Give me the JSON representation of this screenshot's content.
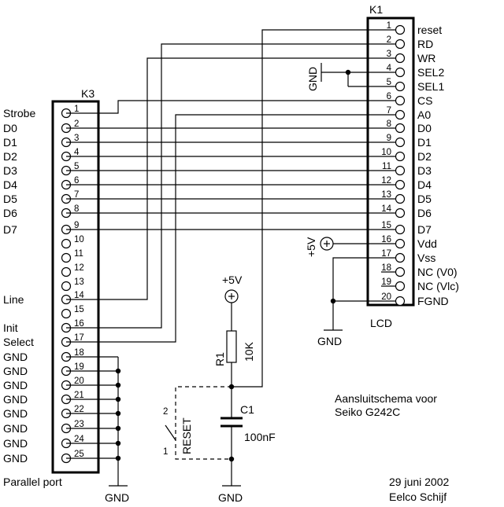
{
  "k3": {
    "ref": "K3",
    "caption": "Parallel port",
    "signal_labels": [
      "Strobe",
      "D0",
      "D1",
      "D2",
      "D3",
      "D4",
      "D5",
      "D6",
      "D7",
      "",
      "",
      "",
      "",
      "Line",
      "",
      "Init",
      "Select",
      "GND",
      "GND",
      "GND",
      "GND",
      "GND",
      "GND",
      "GND",
      "GND"
    ],
    "pin_numbers": [
      "1",
      "2",
      "3",
      "4",
      "5",
      "6",
      "7",
      "8",
      "9",
      "10",
      "11",
      "12",
      "13",
      "14",
      "15",
      "16",
      "17",
      "18",
      "19",
      "20",
      "21",
      "22",
      "23",
      "24",
      "25"
    ],
    "gnd_label": "GND"
  },
  "k1": {
    "ref": "K1",
    "caption": "LCD",
    "pin_labels": [
      "reset",
      "RD",
      "WR",
      "SEL2",
      "SEL1",
      "CS",
      "A0",
      "D0",
      "D1",
      "D2",
      "D3",
      "D4",
      "D5",
      "D6",
      "D7",
      "Vdd",
      "Vss",
      "NC (V0)",
      "NC (Vlc)",
      "FGND"
    ],
    "pin_numbers": [
      "1",
      "2",
      "3",
      "4",
      "5",
      "6",
      "7",
      "8",
      "9",
      "10",
      "11",
      "12",
      "13",
      "14",
      "15",
      "16",
      "17",
      "18",
      "19",
      "20"
    ],
    "sel_gnd_label": "GND",
    "vdd_label": "+5V",
    "vss_gnd_label": "GND"
  },
  "reset_circuit": {
    "supply_label": "+5V",
    "r_ref": "R1",
    "r_value": "10K",
    "c_ref": "C1",
    "c_value": "100nF",
    "switch_label": "RESET",
    "switch_pin_1": "1",
    "switch_pin_2": "2",
    "gnd_label": "GND"
  },
  "notes": {
    "title_line1": "Aansluitschema voor",
    "title_line2": "Seiko G242C",
    "date": "29 juni 2002",
    "author": "Eelco Schijf"
  }
}
